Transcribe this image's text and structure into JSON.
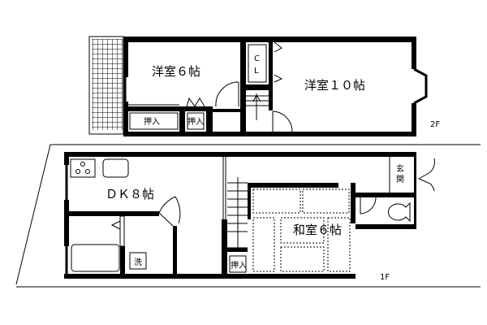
{
  "floor2": {
    "label": "2F",
    "rooms": {
      "western_6": "洋室６帖",
      "western_10": "洋室１０帖",
      "closet_c": "C",
      "closet_l": "L",
      "storage_a": "押入",
      "storage_b": "押入"
    }
  },
  "floor1": {
    "label": "1F",
    "rooms": {
      "dk": "ＤＫ８帖",
      "japanese_6": "和室６帖",
      "entrance": "玄",
      "entrance2": "関",
      "washer": "洗",
      "storage": "押入"
    }
  },
  "colors": {
    "line": "#000000",
    "background": "#ffffff"
  }
}
